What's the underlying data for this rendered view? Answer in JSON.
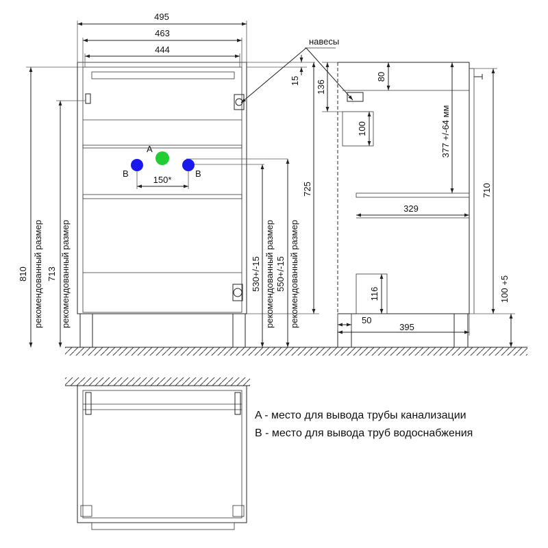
{
  "front_view": {
    "width_overall": "495",
    "width_inner": "463",
    "width_drawer": "444",
    "top_gap": "15",
    "height_total": "810",
    "height_total_note": "рекомендованный размер",
    "height_713": "713",
    "height_713_note": "рекомендованный размер",
    "height_530": "530+/-15",
    "height_530_note": "рекомендованный размер",
    "height_550": "550+/-15",
    "height_550_note": "рекомендованный размер",
    "height_725": "725",
    "point_a": "A",
    "point_b_left": "B",
    "point_b_right": "B",
    "pipe_spacing": "150*",
    "hinges_label": "навесы"
  },
  "side_view": {
    "d_136": "136",
    "d_80": "80",
    "d_100_bracket": "100",
    "d_377": "377 +/-64 мм",
    "d_710": "710",
    "d_329": "329",
    "d_116": "116",
    "d_50": "50",
    "d_395": "395",
    "d_100_leg": "100 +5"
  },
  "legend": {
    "item_a": "A - место для вывода трубы канализации",
    "item_b": "B - место для вывода труб водоснабжения"
  },
  "colors": {
    "point_a": "#22cc33",
    "point_b": "#1a1aee",
    "line": "#222222"
  }
}
